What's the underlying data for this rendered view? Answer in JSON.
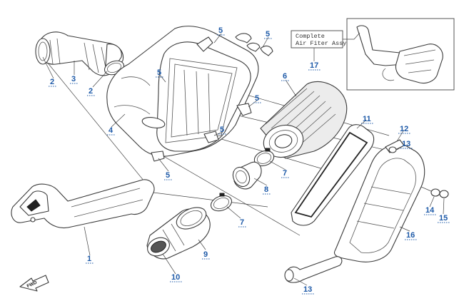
{
  "diagram": {
    "note_lines": [
      "Complete",
      "Air Fiter Assy"
    ],
    "note_callout": "17",
    "fwd_label": "FWD",
    "colors": {
      "callout": "#1e5aa8",
      "line": "#3a3a3a"
    },
    "callouts": [
      {
        "id": "c2a",
        "label": "2"
      },
      {
        "id": "c3",
        "label": "3"
      },
      {
        "id": "c2b",
        "label": "2"
      },
      {
        "id": "c5a",
        "label": "5"
      },
      {
        "id": "c5b",
        "label": "5"
      },
      {
        "id": "c5c",
        "label": "5"
      },
      {
        "id": "c5d",
        "label": "5"
      },
      {
        "id": "c5e",
        "label": "5"
      },
      {
        "id": "c5f",
        "label": "5"
      },
      {
        "id": "c4",
        "label": "4"
      },
      {
        "id": "c6",
        "label": "6"
      },
      {
        "id": "c7a",
        "label": "7"
      },
      {
        "id": "c7b",
        "label": "7"
      },
      {
        "id": "c8",
        "label": "8"
      },
      {
        "id": "c9",
        "label": "9"
      },
      {
        "id": "c10",
        "label": "10"
      },
      {
        "id": "c1",
        "label": "1"
      },
      {
        "id": "c11",
        "label": "11"
      },
      {
        "id": "c12",
        "label": "12"
      },
      {
        "id": "c13a",
        "label": "13"
      },
      {
        "id": "c13b",
        "label": "13"
      },
      {
        "id": "c14",
        "label": "14"
      },
      {
        "id": "c15",
        "label": "15"
      },
      {
        "id": "c16",
        "label": "16"
      }
    ]
  }
}
